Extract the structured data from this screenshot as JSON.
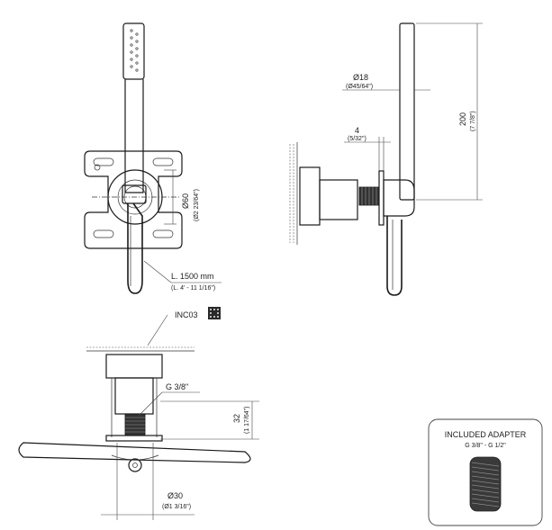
{
  "labels": {
    "length": "L. 1500 mm",
    "length_imperial": "(L. 4' - 11 1/16\")",
    "diameter_60": "Ø60",
    "diameter_60_imperial": "(Ø2 23/64\")",
    "diameter_18": "Ø18",
    "diameter_18_imperial": "(Ø45/64\")",
    "dim_4": "4",
    "dim_4_imperial": "(5/32\")",
    "dim_200": "200",
    "dim_200_imperial": "(7 7/8\")",
    "inc_code": "INC03",
    "thread": "G 3/8\"",
    "dim_32": "32",
    "dim_32_imperial": "(1 17/64\")",
    "diameter_30": "Ø30",
    "diameter_30_imperial": "(Ø1 3/16\")"
  },
  "adapter_box": {
    "title": "INCLUDED ADAPTER",
    "spec": "G 3/8\" - G 1/2\""
  }
}
